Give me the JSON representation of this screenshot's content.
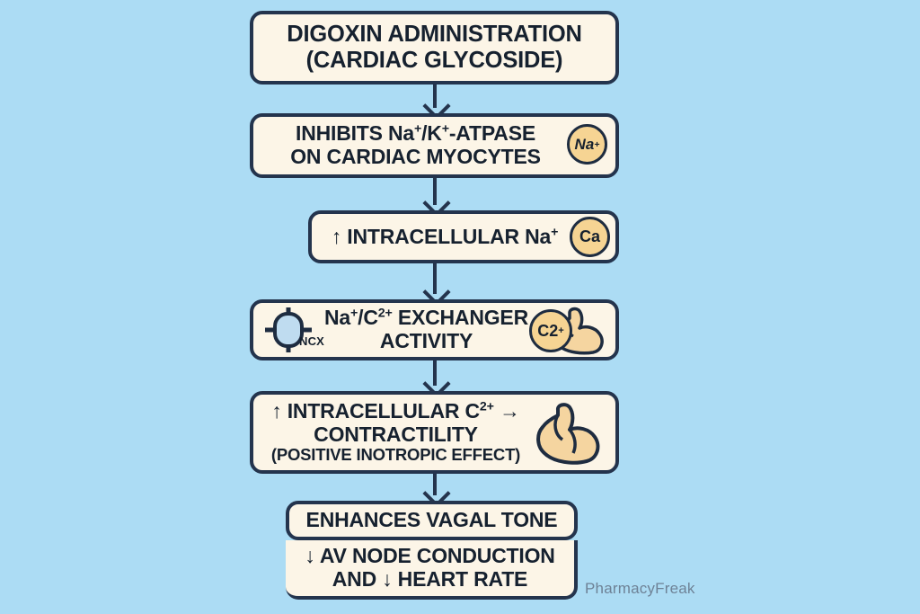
{
  "diagram": {
    "title": "Digoxin Mechanism of Action Flowchart",
    "background_color": "#ACDCF4",
    "box_fill_color": "#FCF5E7",
    "box_border_color": "#24344D",
    "badge_fill_color": "#F6D493",
    "bicep_fill_color": "#F5D5A0",
    "watermark": "PharmacyFreak"
  },
  "nodes": {
    "step1": {
      "line1": "DIGOXIN ADMINISTRATION",
      "line2": "(CARDIAC GLYCOSIDE)"
    },
    "step2": {
      "line1_pre": "INHIBITS Na",
      "line1_sup1": "+",
      "line1_mid": "/K",
      "line1_sup2": "+",
      "line1_post": "-ATPASE",
      "line2": "ON CARDIAC MYOCYTES",
      "badge": "Na",
      "badge_sup": "+"
    },
    "step3": {
      "text_pre": "↑ INTRACELLULAR Na",
      "text_sup": "+",
      "badge": "Ca"
    },
    "step4": {
      "icon_label": "NCX",
      "line1_pre": "Na",
      "line1_sup1": "+",
      "line1_mid": "/C",
      "line1_sup2": "2+",
      "line1_post": " EXCHANGER",
      "line2": "ACTIVITY",
      "badge": "C2",
      "badge_sup": "+"
    },
    "step5": {
      "line1_pre": "↑ INTRACELLULAR C",
      "line1_sup": "2+",
      "line1_post": " →",
      "line2": "CONTRACTILITY",
      "line3": "(POSITIVE INOTROPIC EFFECT)"
    },
    "step6": {
      "text": "ENHANCES VAGAL TONE"
    },
    "step7": {
      "line1": "↓ AV NODE CONDUCTION",
      "line2": "AND ↓ HEART RATE"
    }
  },
  "connectors": [
    {
      "from": "step1",
      "to": "step2"
    },
    {
      "from": "step2",
      "to": "step3"
    },
    {
      "from": "step3",
      "to": "step4"
    },
    {
      "from": "step4",
      "to": "step5"
    },
    {
      "from": "step5",
      "to": "step6"
    }
  ]
}
